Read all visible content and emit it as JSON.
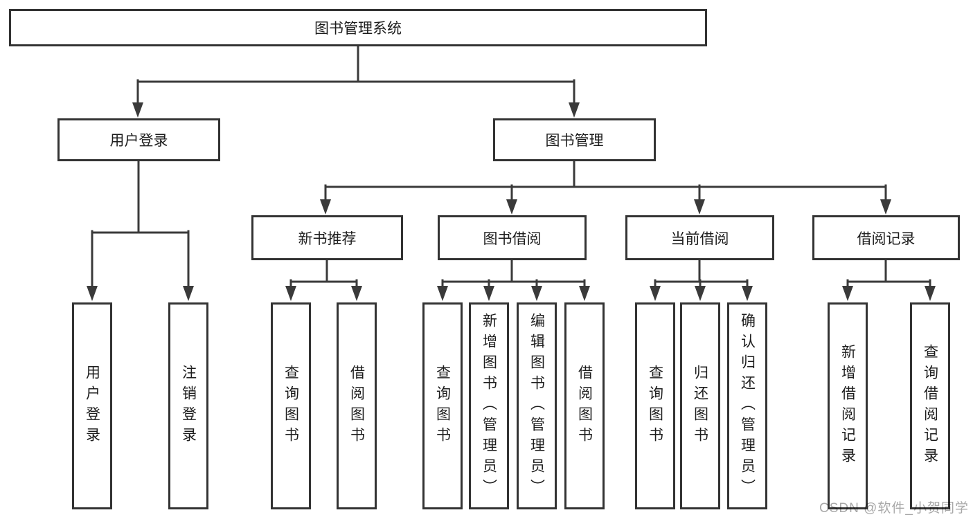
{
  "tree": {
    "root": {
      "label": "图书管理系统"
    },
    "branches": [
      {
        "label": "用户登录",
        "leaves": [
          "用户登录",
          "注销登录"
        ]
      },
      {
        "label": "图书管理",
        "groups": [
          {
            "label": "新书推荐",
            "leaves": [
              "查询图书",
              "借阅图书"
            ]
          },
          {
            "label": "图书借阅",
            "leaves": [
              "查询图书",
              "新增图书（管理员）",
              "编辑图书（管理员）",
              "借阅图书"
            ]
          },
          {
            "label": "当前借阅",
            "leaves": [
              "查询图书",
              "归还图书",
              "确认归还（管理员）"
            ]
          },
          {
            "label": "借阅记录",
            "leaves": [
              "新增借阅记录",
              "查询借阅记录"
            ]
          }
        ]
      }
    ]
  },
  "watermark": "CSDN @软件_小贺同学",
  "colors": {
    "line": "#3a3a3a",
    "box_border": "#333333",
    "text": "#1d1d1d",
    "watermark": "#a8a8a8",
    "background": "#ffffff"
  }
}
